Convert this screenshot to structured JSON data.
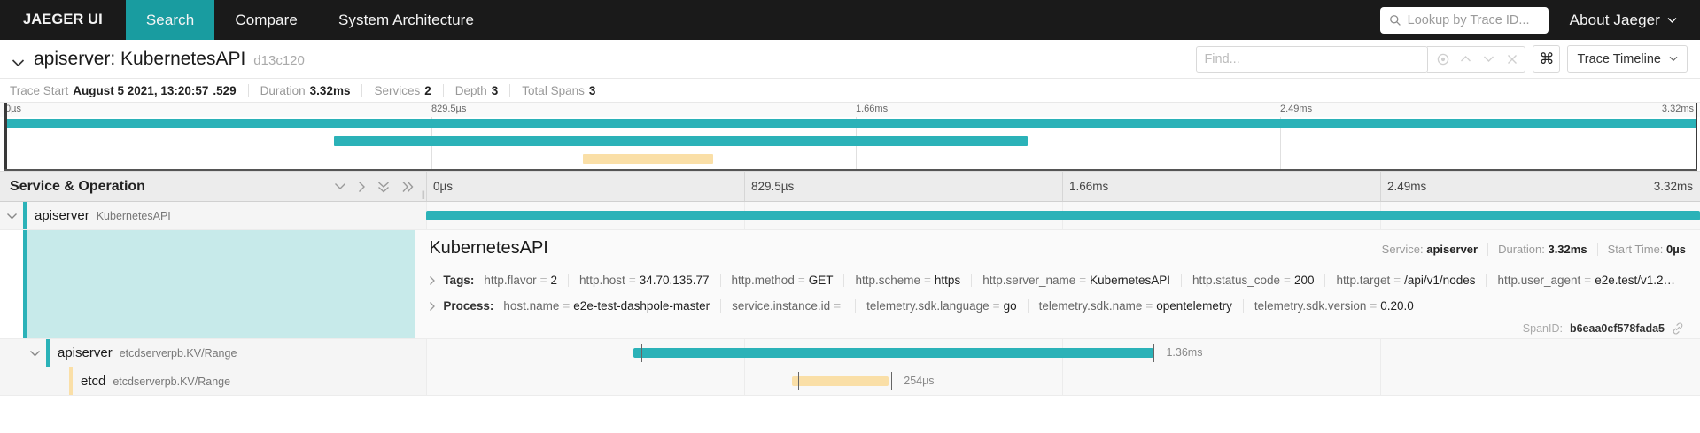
{
  "topnav": {
    "brand": "JAEGER UI",
    "items": [
      {
        "label": "Search",
        "active": true
      },
      {
        "label": "Compare",
        "active": false
      },
      {
        "label": "System Architecture",
        "active": false
      }
    ],
    "lookup_placeholder": "Lookup by Trace ID...",
    "about_label": "About Jaeger",
    "accent_color": "#199ca0",
    "bg_color": "#1a1a1a"
  },
  "trace_header": {
    "title": "apiserver: KubernetesAPI",
    "trace_id": "d13c120",
    "find_placeholder": "Find...",
    "kbd_glyph": "⌘",
    "view_label": "Trace Timeline"
  },
  "summary": [
    {
      "label": "Trace Start",
      "value": "August 5 2021, 13:20:57",
      "frac": ".529"
    },
    {
      "label": "Duration",
      "value": "3.32ms",
      "frac": ""
    },
    {
      "label": "Services",
      "value": "2",
      "frac": ""
    },
    {
      "label": "Depth",
      "value": "3",
      "frac": ""
    },
    {
      "label": "Total Spans",
      "value": "3",
      "frac": ""
    }
  ],
  "minimap": {
    "ticks": [
      "0µs",
      "829.5µs",
      "1.66ms",
      "2.49ms",
      "3.32ms"
    ],
    "bars": [
      {
        "name": "root-span",
        "left_pct": 0,
        "width_pct": 100,
        "row": 0,
        "color": "#2bb2b8"
      },
      {
        "name": "child-span",
        "left_pct": 19.5,
        "width_pct": 41.0,
        "row": 1,
        "color": "#2bb2b8"
      },
      {
        "name": "grandchild-span",
        "left_pct": 34.2,
        "width_pct": 7.7,
        "row": 2,
        "color": "#fadfa7"
      }
    ]
  },
  "column_header": {
    "title": "Service & Operation",
    "ticks": [
      "0µs",
      "829.5µs",
      "1.66ms",
      "2.49ms",
      "3.32ms"
    ]
  },
  "spans": [
    {
      "service": "apiserver",
      "operation": "KubernetesAPI",
      "color": "#2bb2b8",
      "depth": 0,
      "expanded": true,
      "bar_left_pct": 0,
      "bar_width_pct": 100,
      "bar_label": "",
      "bar_color": "#2bb2b8"
    },
    {
      "service": "apiserver",
      "operation": "etcdserverpb.KV/Range",
      "color": "#2bb2b8",
      "depth": 1,
      "expanded": true,
      "bar_left_pct": 16.3,
      "bar_width_pct": 40.8,
      "bar_label": "1.36ms",
      "bar_color": "#2bb2b8"
    },
    {
      "service": "etcd",
      "operation": "etcdserverpb.KV/Range",
      "color": "#fadfa7",
      "depth": 2,
      "expanded": false,
      "bar_left_pct": 28.7,
      "bar_width_pct": 7.6,
      "bar_label": "254µs",
      "bar_color": "#fadfa7"
    }
  ],
  "detail": {
    "title": "KubernetesAPI",
    "meta": [
      {
        "label": "Service:",
        "value": "apiserver"
      },
      {
        "label": "Duration:",
        "value": "3.32ms"
      },
      {
        "label": "Start Time:",
        "value": "0µs"
      }
    ],
    "tags_label": "Tags:",
    "tags": [
      {
        "k": "http.flavor",
        "v": "2"
      },
      {
        "k": "http.host",
        "v": "34.70.135.77"
      },
      {
        "k": "http.method",
        "v": "GET"
      },
      {
        "k": "http.scheme",
        "v": "https"
      },
      {
        "k": "http.server_name",
        "v": "KubernetesAPI"
      },
      {
        "k": "http.status_code",
        "v": "200"
      },
      {
        "k": "http.target",
        "v": "/api/v1/nodes"
      },
      {
        "k": "http.user_agent",
        "v": "e2e.test/v1.2…"
      }
    ],
    "process_label": "Process:",
    "process": [
      {
        "k": "host.name",
        "v": "e2e-test-dashpole-master"
      },
      {
        "k": "service.instance.id",
        "v": ""
      },
      {
        "k": "telemetry.sdk.language",
        "v": "go"
      },
      {
        "k": "telemetry.sdk.name",
        "v": "opentelemetry"
      },
      {
        "k": "telemetry.sdk.version",
        "v": "0.20.0"
      }
    ],
    "spanid_label": "SpanID:",
    "spanid_value": "b6eaa0cf578fada5"
  }
}
